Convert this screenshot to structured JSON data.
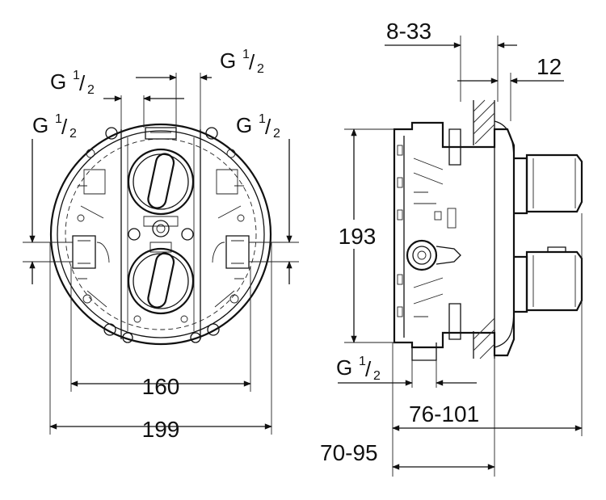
{
  "front_view": {
    "dim_width_inner": "160",
    "dim_width_outer": "199",
    "ports": [
      {
        "id": "top_left",
        "g": "G",
        "num": "1",
        "den": "2"
      },
      {
        "id": "top_right",
        "g": "G",
        "num": "1",
        "den": "2"
      },
      {
        "id": "left",
        "g": "G",
        "num": "1",
        "den": "2"
      },
      {
        "id": "right",
        "g": "G",
        "num": "1",
        "den": "2"
      }
    ]
  },
  "side_view": {
    "dim_height": "193",
    "dim_wall_range": "8-33",
    "dim_depth_12": "12",
    "dim_76_101": "76-101",
    "dim_70_95": "70-95",
    "bottom_port": {
      "g": "G",
      "num": "1",
      "den": "2"
    }
  },
  "colors": {
    "line": "#111111",
    "background": "#ffffff"
  }
}
